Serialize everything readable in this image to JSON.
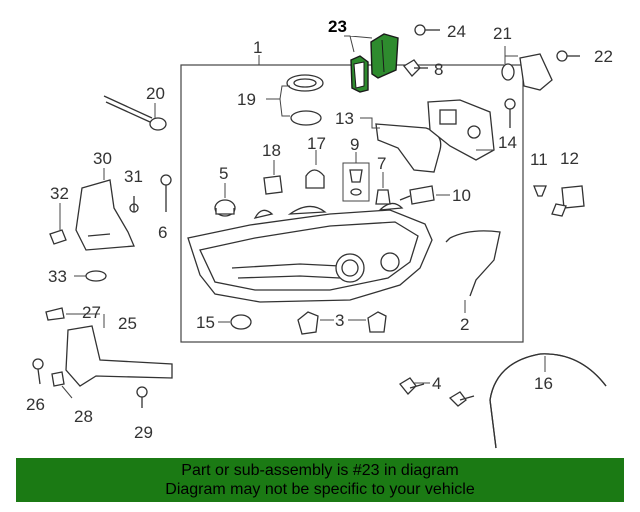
{
  "callouts": {
    "c1": "1",
    "c2": "2",
    "c3": "3",
    "c4": "4",
    "c5": "5",
    "c6": "6",
    "c7": "7",
    "c8": "8",
    "c9": "9",
    "c10": "10",
    "c11": "11",
    "c12": "12",
    "c13": "13",
    "c14": "14",
    "c15": "15",
    "c16": "16",
    "c17": "17",
    "c18": "18",
    "c19": "19",
    "c20": "20",
    "c21": "21",
    "c22": "22",
    "c23": "23",
    "c24": "24",
    "c25": "25",
    "c26": "26",
    "c27": "27",
    "c28": "28",
    "c29": "29",
    "c30": "30",
    "c31": "31",
    "c32": "32",
    "c33": "33"
  },
  "colors": {
    "highlight": "#2e8b2e",
    "banner": "#1b7a14",
    "line": "#333333"
  },
  "banner": {
    "line1": "Part or sub-assembly is #23 in diagram",
    "line2": "Diagram may not be specific to your vehicle"
  }
}
